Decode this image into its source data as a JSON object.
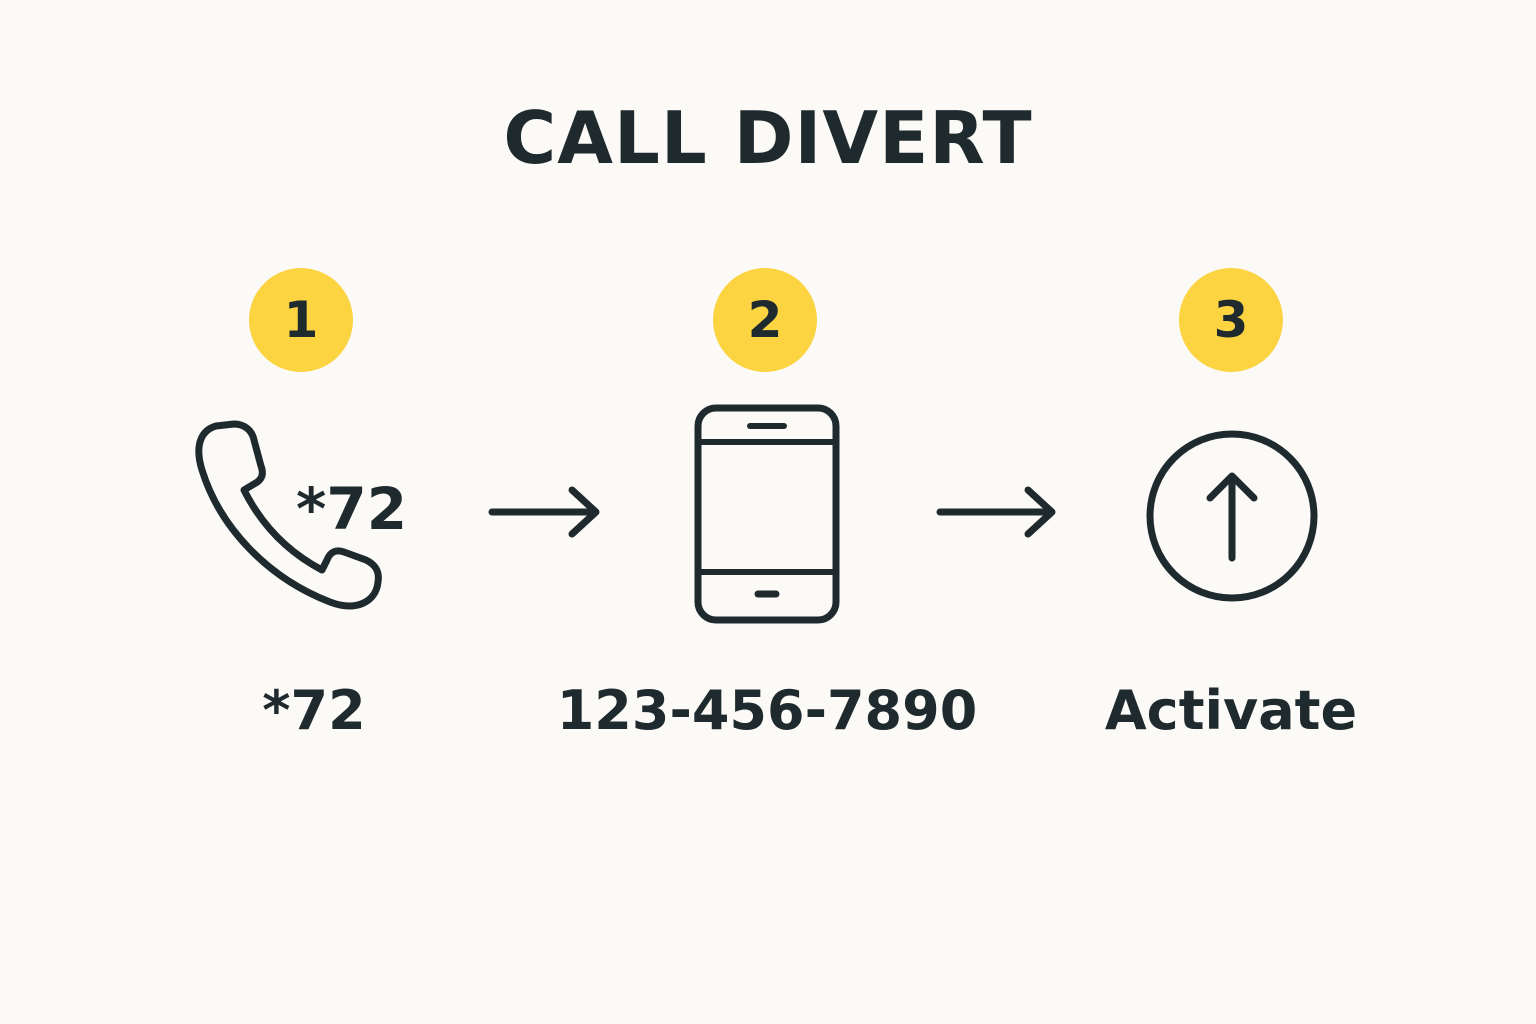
{
  "title": "CALL DIVERT",
  "colors": {
    "background": "#fbfaf6",
    "badge": "#fcd341",
    "ink": "#1f2a2e"
  },
  "steps": [
    {
      "number": "1",
      "icon": "phone-handset-icon",
      "icon_text": "*72",
      "caption": "*72"
    },
    {
      "number": "2",
      "icon": "smartphone-icon",
      "caption": "123-456-7890"
    },
    {
      "number": "3",
      "icon": "circle-up-arrow-icon",
      "caption": "Activate"
    }
  ],
  "connectors": [
    "right-arrow-icon",
    "right-arrow-icon"
  ]
}
